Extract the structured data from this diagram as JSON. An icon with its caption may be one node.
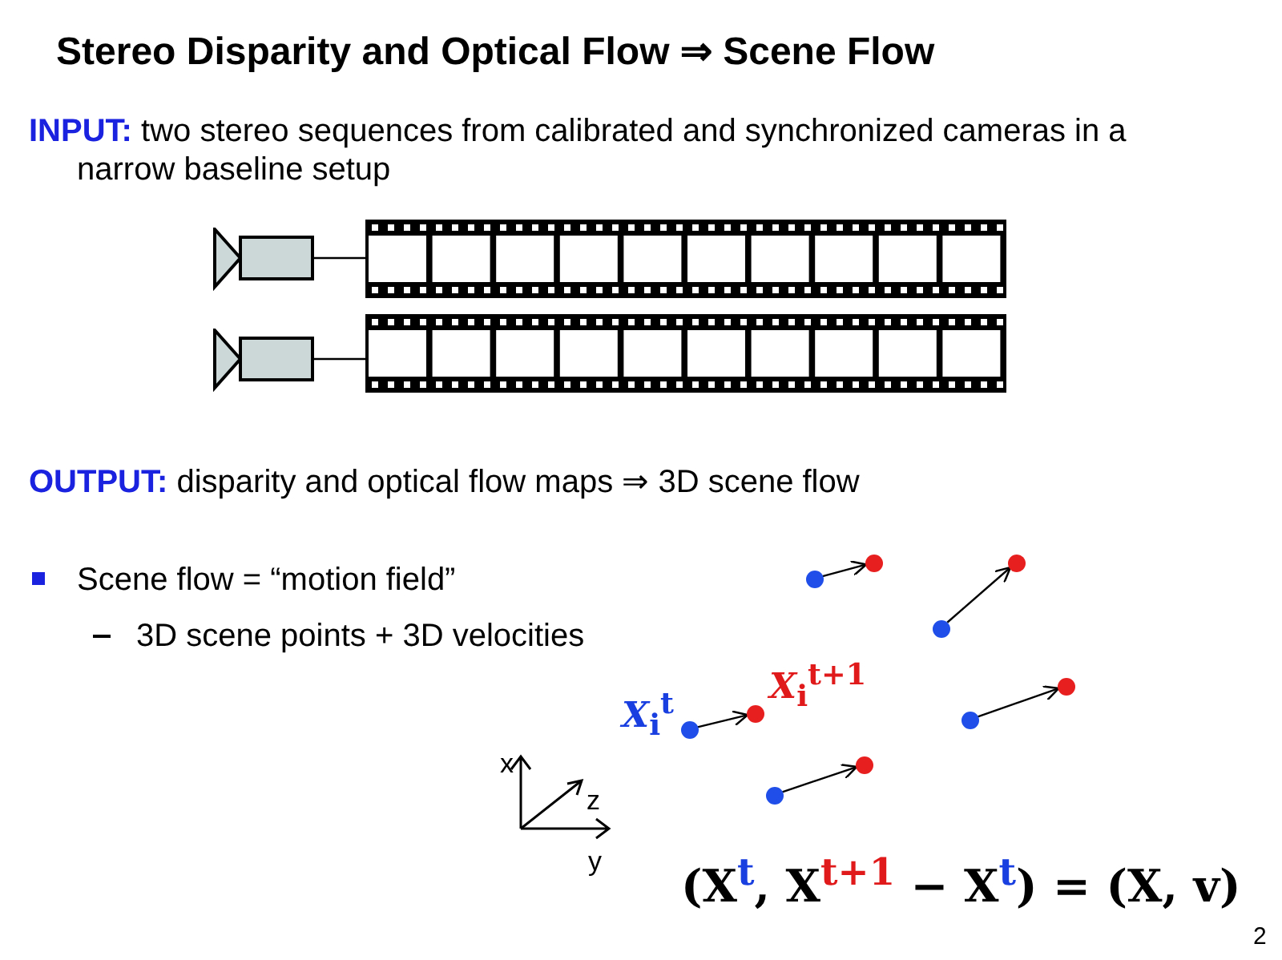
{
  "diagram": {
    "title": "Stereo Disparity and Optical Flow ⇒ Scene Flow",
    "nodes": [
      {
        "text": [],
        "shape": "box"
      },
      {
        "text": [],
        "shape": "picture"
      },
      {
        "text": [],
        "shape": "box"
      },
      {
        "text": [],
        "shape": "picture"
      },
      {
        "text": [],
        "shape": "circle"
      },
      {
        "text": [],
        "shape": "circle"
      },
      {
        "text": [],
        "shape": "circle"
      },
      {
        "text": [],
        "shape": "circle"
      },
      {
        "text": [],
        "shape": "circle",
        "beside": [
          "*X*$_{i}$$^{t}$"
        ]
      },
      {
        "text": [],
        "shape": "circle",
        "beside": [
          "*X*$_{i}$$^{t+1}$"
        ]
      },
      {
        "text": [],
        "shape": "circle"
      },
      {
        "text": [],
        "shape": "circle"
      },
      {
        "text": [],
        "shape": "circle"
      },
      {
        "text": [],
        "shape": "circle"
      }
    ],
    "edges": [
      {
        "from": 0,
        "to": 1,
        "arrow": "none"
      },
      {
        "from": 2,
        "to": 3,
        "arrow": "none"
      },
      {
        "from": 4,
        "to": 5,
        "arrow": "to"
      },
      {
        "from": 6,
        "to": 7,
        "arrow": "to"
      },
      {
        "from": 8,
        "to": 9,
        "arrow": "to"
      },
      {
        "from": 10,
        "to": 11,
        "arrow": "to"
      },
      {
        "from": 12,
        "to": 13,
        "arrow": "to"
      }
    ],
    "labels": [
      "**INPUT:** two stereo sequences from calibrated and synchronized cameras in a narrow baseline setup",
      "**OUTPUT:** disparity and optical flow maps ⇒ 3D scene flow",
      "Scene flow = “motion field”",
      "3D scene points + 3D velocities",
      "x",
      "z",
      "y",
      "(X$^{t}$, X$^{t+1}$ − X$^{t}$) = (X, v)",
      "2"
    ]
  }
}
